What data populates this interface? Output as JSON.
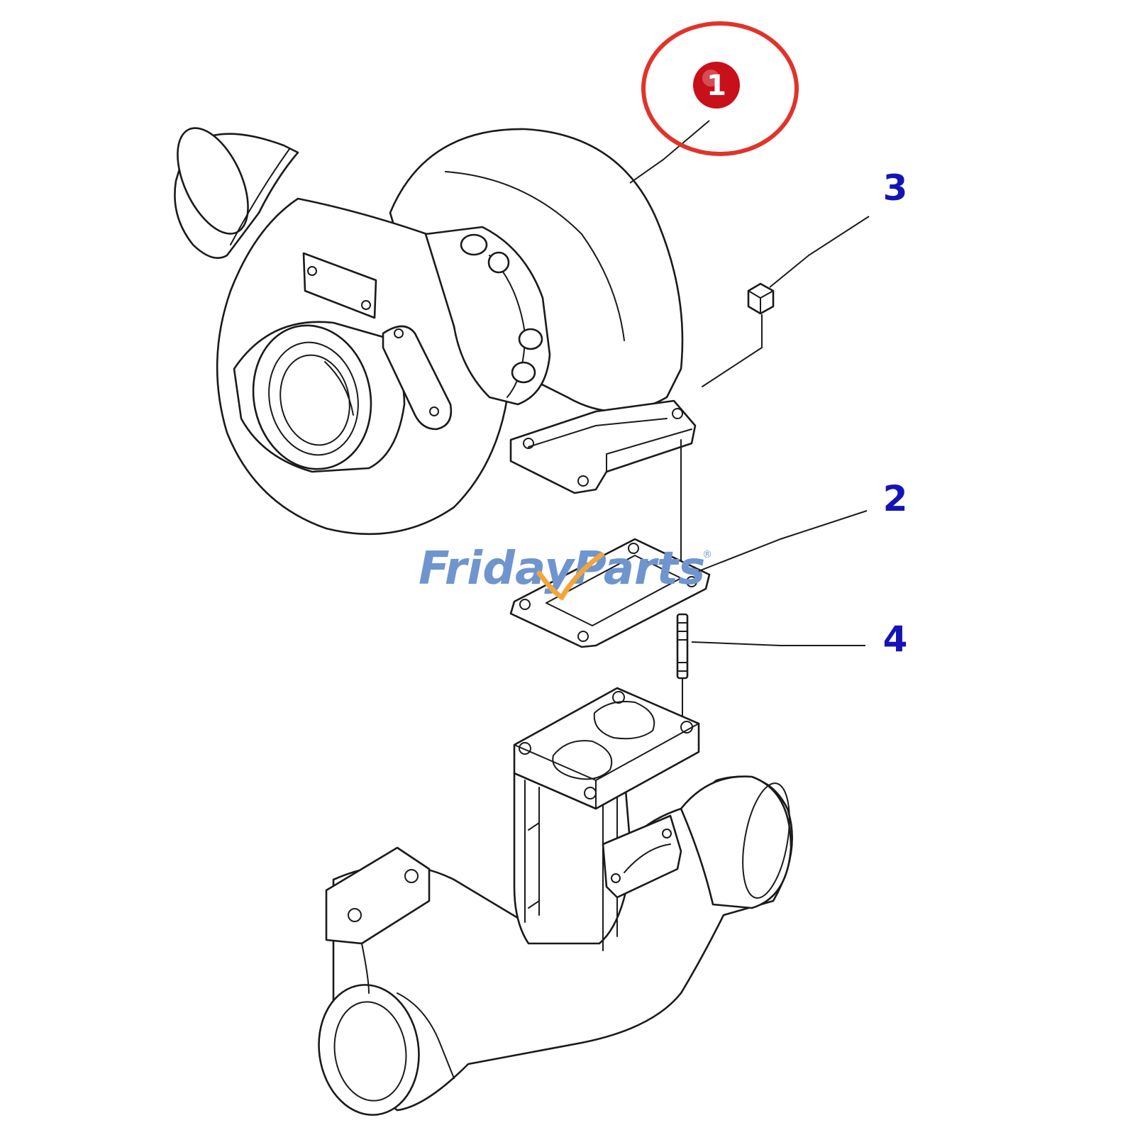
{
  "watermark": {
    "text_a": "Friday",
    "text_b": "Parts",
    "registered": "®",
    "color": "#6f95cf",
    "accent_color": "#f2a63a"
  },
  "callouts": [
    {
      "id": "1",
      "label": "1",
      "style": "highlighted-badge"
    },
    {
      "id": "2",
      "label": "2",
      "style": "plain"
    },
    {
      "id": "3",
      "label": "3",
      "style": "plain"
    },
    {
      "id": "4",
      "label": "4",
      "style": "plain"
    }
  ],
  "colors": {
    "callout_text": "#1414b4",
    "highlight_ring": "#e0342a",
    "badge_fill": "#c8101a",
    "badge_text": "#ffffff",
    "line": "#1a1a1a"
  }
}
